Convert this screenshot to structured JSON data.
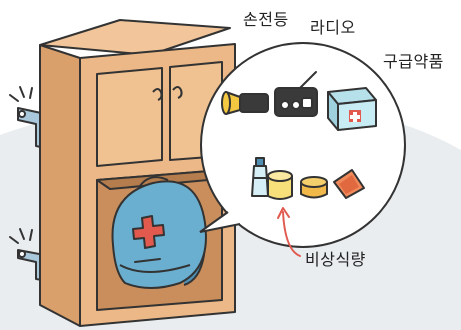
{
  "labels": {
    "flashlight": "손전등",
    "radio": "라디오",
    "first_aid_kit": "구급약품",
    "emergency_food": "비상식량"
  },
  "icons": [
    "cabinet-icon",
    "backpack-icon",
    "flashlight-icon",
    "radio-icon",
    "first-aid-kit-icon",
    "water-bottle-icon",
    "canned-food-icon",
    "snack-bag-icon",
    "wall-bracket-icon",
    "arrow-icon"
  ],
  "colors": {
    "background_blob": "#e9edf0",
    "cabinet_wood": "#ecb887",
    "cabinet_shadow": "#d9a06c",
    "cabinet_inner": "#e7b07c",
    "backpack_blue": "#6aaed0",
    "backpack_dark": "#4f8fb3",
    "cross_red": "#e25a4e",
    "bracket_blue": "#a9c8dc",
    "outline": "#333333",
    "arrow_red": "#e05a4f"
  }
}
